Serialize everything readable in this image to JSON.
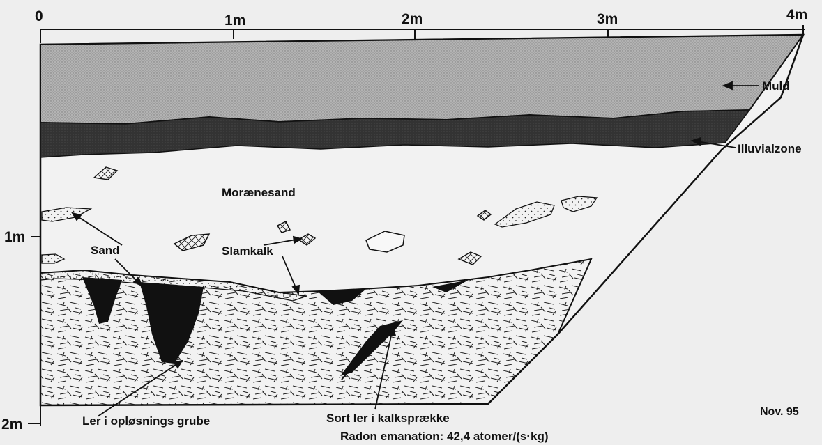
{
  "diagram": {
    "horizontal_scale": {
      "ticks": [
        "0",
        "1m",
        "2m",
        "3m",
        "4m"
      ]
    },
    "vertical_scale": {
      "ticks": [
        "1m",
        "2m"
      ]
    },
    "layers": {
      "muld": "Muld",
      "illuvialzone": "Illuvialzone",
      "moraenesand": "Morænesand",
      "sand": "Sand",
      "slamkalk": "Slamkalk"
    },
    "annotations": {
      "ler_grube": "Ler i opløsnings grube",
      "sort_ler": "Sort ler i kalksprække",
      "date": "Nov. 95",
      "radon": "Radon emanation: 42,4 atomer/(s·kg)"
    },
    "colors": {
      "background": "#eeeeee",
      "muld_fill": "#a9a9a9",
      "illuvial_fill": "#3c3c3c",
      "ink": "#111111"
    }
  }
}
